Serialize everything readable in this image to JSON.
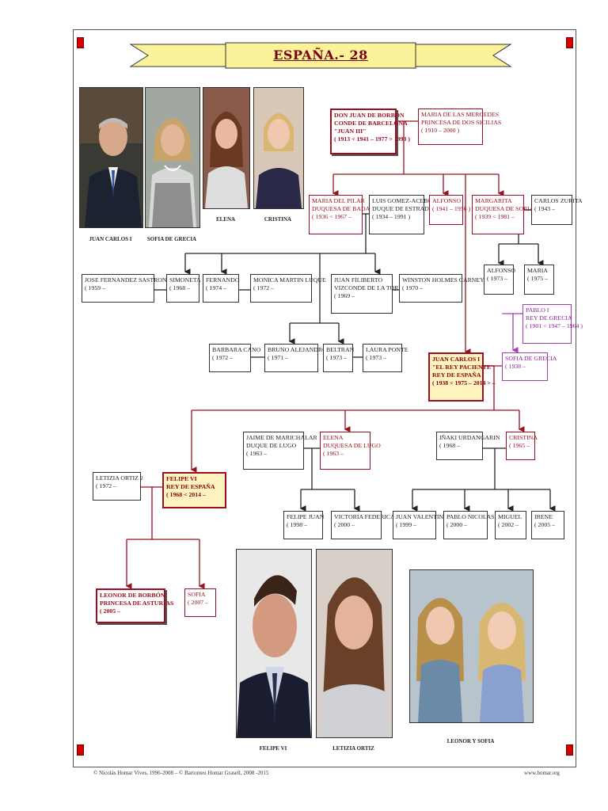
{
  "title": "ESPAÑA.- 28",
  "colors": {
    "accent_red": "#9a1020",
    "purple": "#a040b0",
    "gold_fill": "#fff3c0",
    "ribbon": "#fbf29a"
  },
  "photos": {
    "juan_carlos": "JUAN CARLOS I",
    "sofia": "SOFIA DE GRECIA",
    "elena": "ELENA",
    "cristina": "CRISTINA",
    "felipe": "FELIPE VI",
    "letizia": "LETIZIA ORTIZ",
    "leonor_sofia": "LEONOR Y SOFIA"
  },
  "people": {
    "juan_iii": [
      "DON JUAN DE BORBON",
      "CONDE DE BARCELONA",
      "\"JUAN III\"",
      "( 1913 < 1941 – 1977 > 1993 )"
    ],
    "maria_mercedes": [
      "MARIA DE LAS MERCEDES",
      "PRINCESA DE DOS SICILIAS",
      "( 1910 – 2000 )"
    ],
    "pilar": [
      "MARIA DEL PILAR",
      "DUQUESA DE BADAJOZ",
      "( 1936 < 1967 –"
    ],
    "luis_gomez": [
      "LUIS GOMEZ-ACEBO",
      "DUQUE DE ESTRADA",
      "( 1934 – 1991 )"
    ],
    "alfonso_1941": [
      "ALFONSO",
      "( 1941 – 1956 )"
    ],
    "margarita": [
      "MARGARITA",
      "DUQUESA DE SORIA",
      "( 1939 < 1981 –"
    ],
    "carlos_zurita": [
      "CARLOS ZURITA",
      "( 1943 –"
    ],
    "alfonso_1973": [
      "ALFONSO",
      "( 1973 –"
    ],
    "maria_1975": [
      "MARIA",
      "( 1975 –"
    ],
    "pablo_i": [
      "PABLO I",
      "REY DE GRECIA",
      "( 1901 < 1947 – 1964 )"
    ],
    "sofia_grecia": [
      "SOFIA DE GRECIA",
      "( 1938 –"
    ],
    "juan_carlos_i": [
      "JUAN CARLOS I",
      "\"EL REY PACIENTE\"",
      "REY DE ESPAÑA",
      "( 1938 < 1975 – 2014 > –"
    ],
    "jose_fernandez": [
      "JOSE FERNANDEZ SASTRON",
      "( 1959 –"
    ],
    "simoneta": [
      "SIMONETA",
      "( 1968 –"
    ],
    "fernando": [
      "FERNANDO",
      "( 1974 –"
    ],
    "monica": [
      "MONICA MARTIN LUQUE",
      "( 1972 –"
    ],
    "juan_filiberto": [
      "JUAN FILIBERTO",
      "VIZCONDE DE LA TORRE",
      "( 1969 –"
    ],
    "winston": [
      "WINSTON HOLMES CARNEY",
      "( 1970 –"
    ],
    "barbara": [
      "BARBARA CANO",
      "( 1972 –"
    ],
    "bruno": [
      "BRUNO ALEJANDRO",
      "( 1971 –"
    ],
    "beltran": [
      "BELTRAN",
      "( 1973 –"
    ],
    "laura": [
      "LAURA PONTE",
      "( 1973 –"
    ],
    "jaime": [
      "JAIME DE MARICHALAR",
      "DUQUE DE LUGO",
      "( 1963 –"
    ],
    "elena_box": [
      "ELENA",
      "DUQUESA DE LUGO",
      "( 1963 –"
    ],
    "inaki": [
      "IÑAKI URDANGARIN",
      "( 1968 –"
    ],
    "cristina_box": [
      "CRISTINA",
      "( 1965 –"
    ],
    "letizia_box": [
      "LETIZIA ORTIZ    2",
      "( 1972 –"
    ],
    "felipe_vi": [
      "FELIPE VI",
      "REY DE ESPAÑA",
      "( 1968 < 2014 –"
    ],
    "felipe_juan": [
      "FELIPE JUAN",
      "( 1998 –"
    ],
    "victoria": [
      "VICTORIA FEDERICA",
      "( 2000 –"
    ],
    "juan_valentin": [
      "JUAN VALENTIN",
      "( 1999 –"
    ],
    "pablo_nicolas": [
      "PABLO NICOLAS",
      "( 2000 –"
    ],
    "miguel": [
      "MIGUEL",
      "( 2002 –"
    ],
    "irene": [
      "IRENE",
      "( 2005 –"
    ],
    "leonor": [
      "LEONOR DE BORBÓN",
      "PRINCESA DE ASTURIAS",
      "( 2005 –"
    ],
    "sofia_2007": [
      "SOFIA",
      "( 2007 –"
    ]
  },
  "footer": {
    "left": "© Nicolás Homar Vives, 1996-2008  –  ©  Bartomeu Homar Grasell, 2008 -2015",
    "right": "www.homar.org"
  }
}
